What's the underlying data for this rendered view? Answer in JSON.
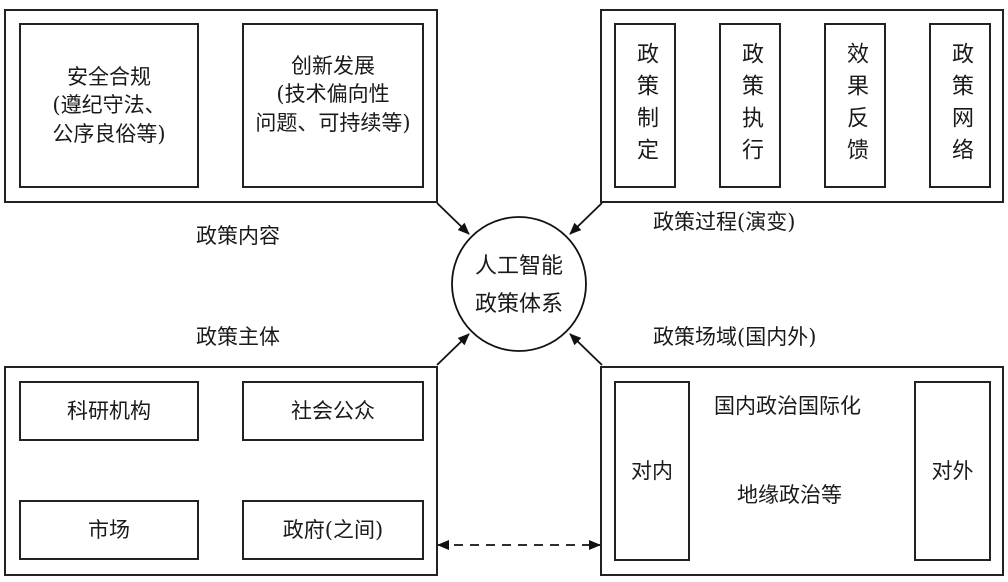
{
  "center": {
    "line1": "人工智能",
    "line2": "政策体系"
  },
  "content_panel": {
    "title": "政策内容",
    "left": {
      "line1": "安全合规",
      "line2": "(遵纪守法、",
      "line3": "公序良俗等)"
    },
    "right": {
      "line1": "创新发展",
      "line2": "(技术偏向性",
      "line3": "问题、可持续等)"
    }
  },
  "process_panel": {
    "title": "政策过程(演变)",
    "stages": [
      "政策制定",
      "政策执行",
      "效果反馈",
      "政策网络"
    ]
  },
  "actor_panel": {
    "title": "政策主体",
    "nodes": {
      "research": "科研机构",
      "public": "社会公众",
      "market": "市场",
      "government": "政府(之间)"
    }
  },
  "field_panel": {
    "title": "政策场域(国内外)",
    "inner": "对内",
    "outer": "对外",
    "arrow_out_label": "国内政治国际化",
    "arrow_in_label": "地缘政治等"
  }
}
